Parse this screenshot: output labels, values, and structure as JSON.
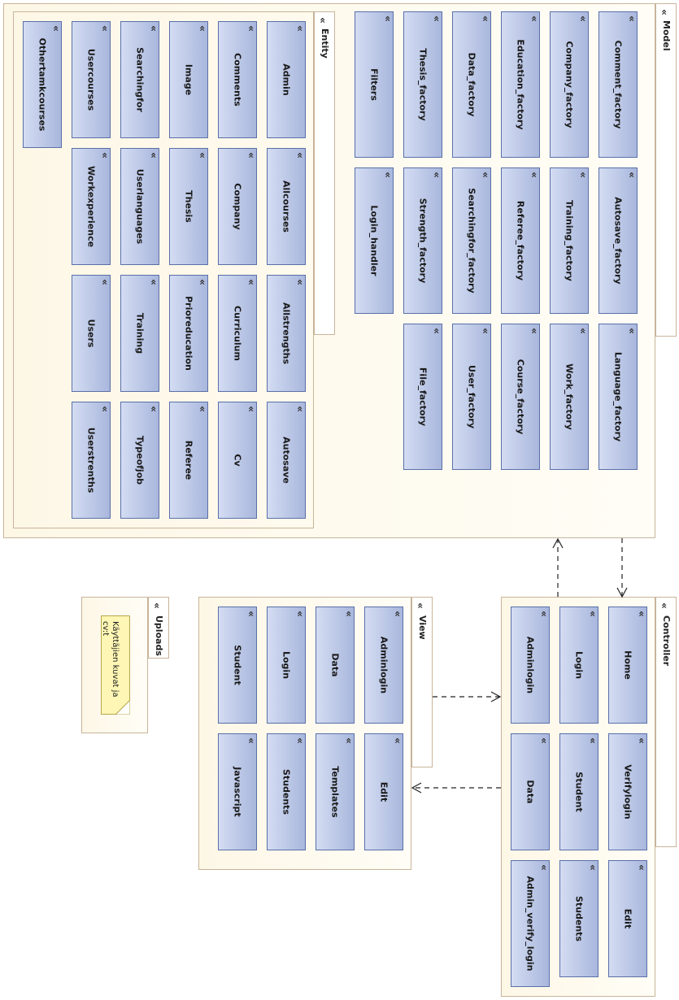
{
  "packages": {
    "model": {
      "name": "Model"
    },
    "entity": {
      "name": "Entity"
    },
    "controller": {
      "name": "Controller"
    },
    "view": {
      "name": "View"
    },
    "uploads": {
      "name": "Uploads"
    }
  },
  "model_classes": [
    "Comment_factory",
    "Company_factory",
    "Education_factory",
    "Data_factory",
    "Thesis_factory",
    "Filters",
    "Autosave_factory",
    "Training_factory",
    "Referee_factory",
    "Searchingfor_factory",
    "Strength_factory",
    "Login_handler",
    "Language_factory",
    "Work_factory",
    "Course_factory",
    "User_factory",
    "File_factory"
  ],
  "entity_classes": [
    "Admin",
    "Comments",
    "Image",
    "Searchingfor",
    "Usercourses",
    "Othertamkcourses",
    "Allcourses",
    "Company",
    "Thesis",
    "Userlanguages",
    "Workexperience",
    "Allstrengths",
    "Curriculum",
    "Prioreducation",
    "Training",
    "Users",
    "Autosave",
    "Cv",
    "Referee",
    "Typeofjob",
    "Userstrenths"
  ],
  "controller_classes": [
    "Home",
    "Login",
    "Adminlogin",
    "Verifylogin",
    "Student",
    "Data",
    "Edit",
    "Students",
    "Admin_verify_login"
  ],
  "view_classes": [
    "Adminlogin",
    "Data",
    "Login",
    "Student",
    "Edit",
    "Templates",
    "Students",
    "Javascript"
  ],
  "uploads_note": "Käyttäjien kuvat ja\ncv:t",
  "colors": {
    "package_border": "#c8b49a",
    "class_fill": "#bcc8e8",
    "class_border": "#5a6fa8",
    "note_fill": "#fdf6b4",
    "dependency_line": "#222222"
  }
}
